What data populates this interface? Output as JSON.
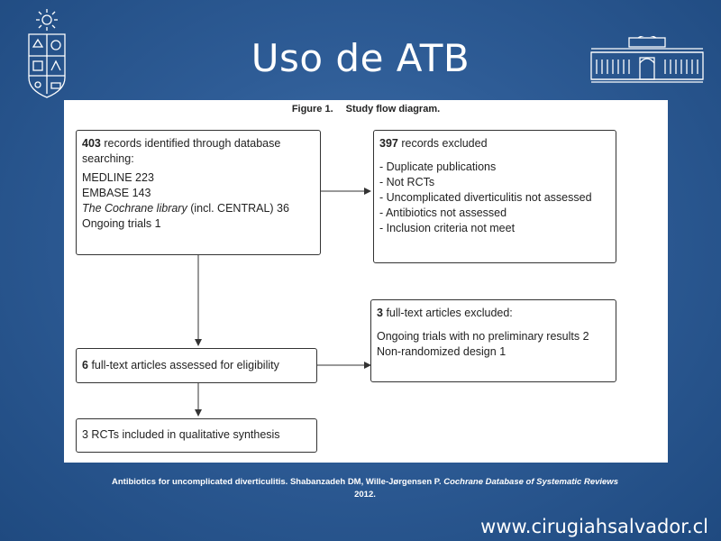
{
  "slide": {
    "title": "Uso de ATB",
    "website": "www.cirugiahsalvador.cl",
    "citation_plain": "Antibiotics for uncomplicated diverticulitis.  Shabanzadeh DM, Wille-Jørgensen P.",
    "citation_journal": "Cochrane Database of Systematic Reviews",
    "citation_year": "2012."
  },
  "figure": {
    "number": "Figure 1.",
    "title": "Study flow diagram."
  },
  "boxes": {
    "identified": {
      "count": "403",
      "text": "records identified through database",
      "text2": "searching:",
      "sources": [
        "MEDLINE 223",
        "EMBASE 143"
      ],
      "cochrane_italic": "The Cochrane library",
      "cochrane_rest": " (incl. CENTRAL) 36",
      "ongoing": "Ongoing trials 1"
    },
    "excluded_records": {
      "count": "397",
      "text": "records excluded",
      "reasons": [
        "- Duplicate publications",
        "- Not RCTs",
        "- Uncomplicated diverticulitis not assessed",
        "- Antibiotics not assessed",
        "- Inclusion criteria not meet"
      ]
    },
    "excluded_fulltext": {
      "count": "3",
      "text": "full-text articles excluded:",
      "reasons": [
        "Ongoing trials with no preliminary results 2",
        "Non-randomized design 1"
      ]
    },
    "assessed": {
      "count": "6",
      "text": "full-text articles assessed for eligibility"
    },
    "included": {
      "text": "3 RCTs included in qualitative synthesis"
    }
  },
  "colors": {
    "background": "#2e5c96",
    "panel": "#ffffff",
    "text_light": "#ffffff"
  },
  "icons": {
    "left_logo": "university-crest-icon",
    "right_logo": "building-facade-icon"
  }
}
